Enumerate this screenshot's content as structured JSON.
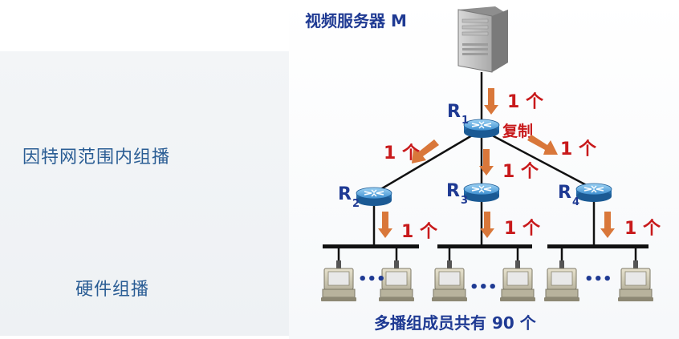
{
  "side_labels": {
    "internet_scope": "因特网范围内组播",
    "hardware": "硬件组播"
  },
  "server": {
    "label": "视频服务器 M"
  },
  "routers": {
    "r1": {
      "letter": "R",
      "sub": "1"
    },
    "r2": {
      "letter": "R",
      "sub": "2"
    },
    "r3": {
      "letter": "R",
      "sub": "3"
    },
    "r4": {
      "letter": "R",
      "sub": "4"
    }
  },
  "copy_label": "复制",
  "count_label": "1 个",
  "members_label": "多播组成员共有 90 个",
  "ellipsis": "•••",
  "colors": {
    "arrow": "#d9773a",
    "red_text": "#c8191b",
    "blue_text": "#1f3a93",
    "side_text": "#2a5d94"
  }
}
